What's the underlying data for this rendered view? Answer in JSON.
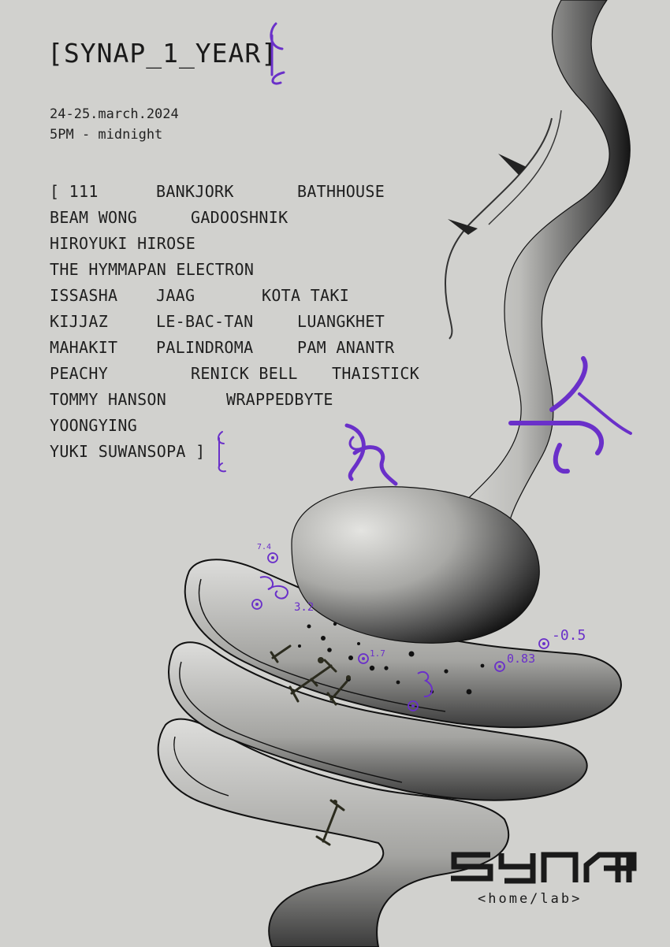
{
  "poster": {
    "title": "[SYNAP_1_YEAR]",
    "date": "24-25.march.2024",
    "time": "5PM - midnight",
    "lineup": [
      [
        "[ 111",
        "BANKJORK",
        "BATHHOUSE"
      ],
      [
        "BEAM WONG",
        "GADOOSHNIK"
      ],
      [
        "HIROYUKI HIROSE"
      ],
      [
        "THE HYMMAPAN ELECTRON"
      ],
      [
        "ISSASHA",
        "JAAG",
        "KOTA TAKI"
      ],
      [
        "KIJJAZ",
        "LE-BAC-TAN",
        "LUANGKHET"
      ],
      [
        "MAHAKIT",
        "PALINDROMA",
        "PAM ANANTR"
      ],
      [
        "PEACHY",
        "RENICK BELL",
        "THAISTICK"
      ],
      [
        "TOMMY HANSON",
        "WRAPPEDBYTE"
      ],
      [
        "YOONGYING"
      ],
      [
        "YUKI SUWANSOPA ]"
      ]
    ],
    "logo_subtitle": "<home/lab>",
    "value_labels": [
      "7.4",
      "3.2",
      "1.7",
      "-0.5",
      "0.83"
    ],
    "colors": {
      "background": "#d1d1ce",
      "ink": "#1d1d1d",
      "accent": "#6a30c9"
    }
  }
}
